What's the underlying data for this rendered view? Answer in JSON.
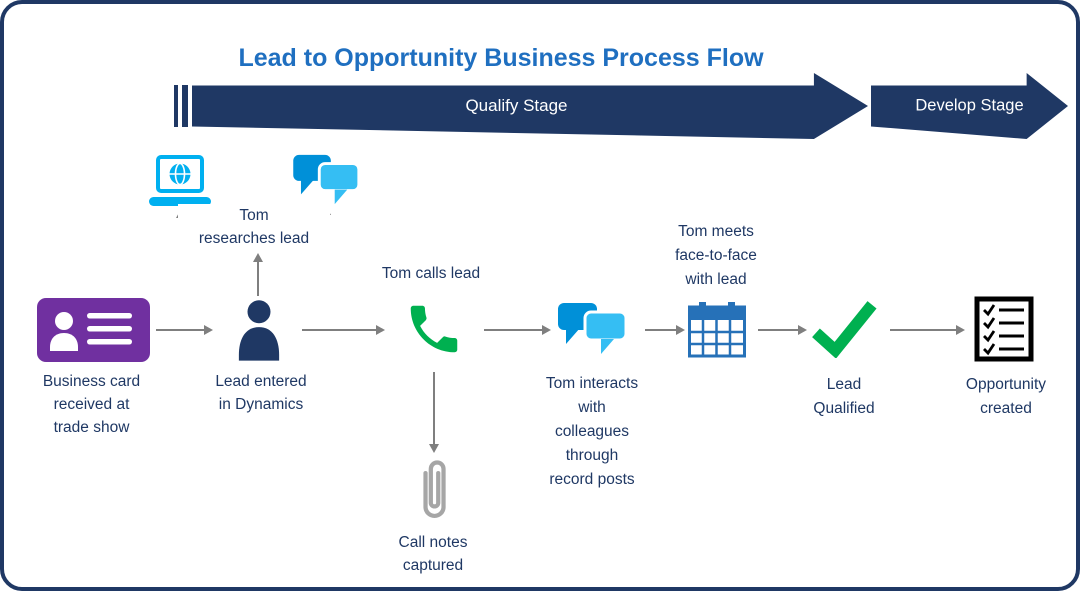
{
  "title": "Lead to Opportunity Business Process Flow",
  "stages": {
    "qualify": "Qualify Stage",
    "develop": "Develop Stage"
  },
  "labels": {
    "business_card": "Business card\nreceived at\ntrade show",
    "lead_entered": "Lead entered\nin Dynamics",
    "tom_researches": "Tom\nresearches lead",
    "tom_calls": "Tom calls lead",
    "call_notes": "Call notes\ncaptured",
    "tom_interacts": "Tom interacts\nwith\ncolleagues\nthrough\nrecord posts",
    "tom_meets": "Tom meets\nface-to-face\nwith lead",
    "lead_qualified": "Lead\nQualified",
    "opportunity_created": "Opportunity\ncreated"
  },
  "icons": [
    {
      "name": "business-card-icon",
      "color": "#7030A0"
    },
    {
      "name": "person-icon",
      "color": "#1F3864"
    },
    {
      "name": "laptop-globe-icon",
      "color": "#00B0F0"
    },
    {
      "name": "chat-bubbles-icon",
      "color": "#00B0F0"
    },
    {
      "name": "phone-icon",
      "color": "#00B050"
    },
    {
      "name": "paperclip-icon",
      "color": "#A6A6A6"
    },
    {
      "name": "calendar-icon",
      "color": "#2671B8"
    },
    {
      "name": "checkmark-icon",
      "color": "#00B050"
    },
    {
      "name": "checklist-icon",
      "color": "#000000"
    }
  ],
  "colors": {
    "navy": "#1F3864",
    "title_blue": "#1F6FC0",
    "purple": "#7030A0",
    "light_blue": "#00B0F0",
    "green": "#00B050",
    "arrow_gray": "#7F7F7F",
    "paperclip_gray": "#A6A6A6",
    "calendar_blue": "#2671B8"
  }
}
